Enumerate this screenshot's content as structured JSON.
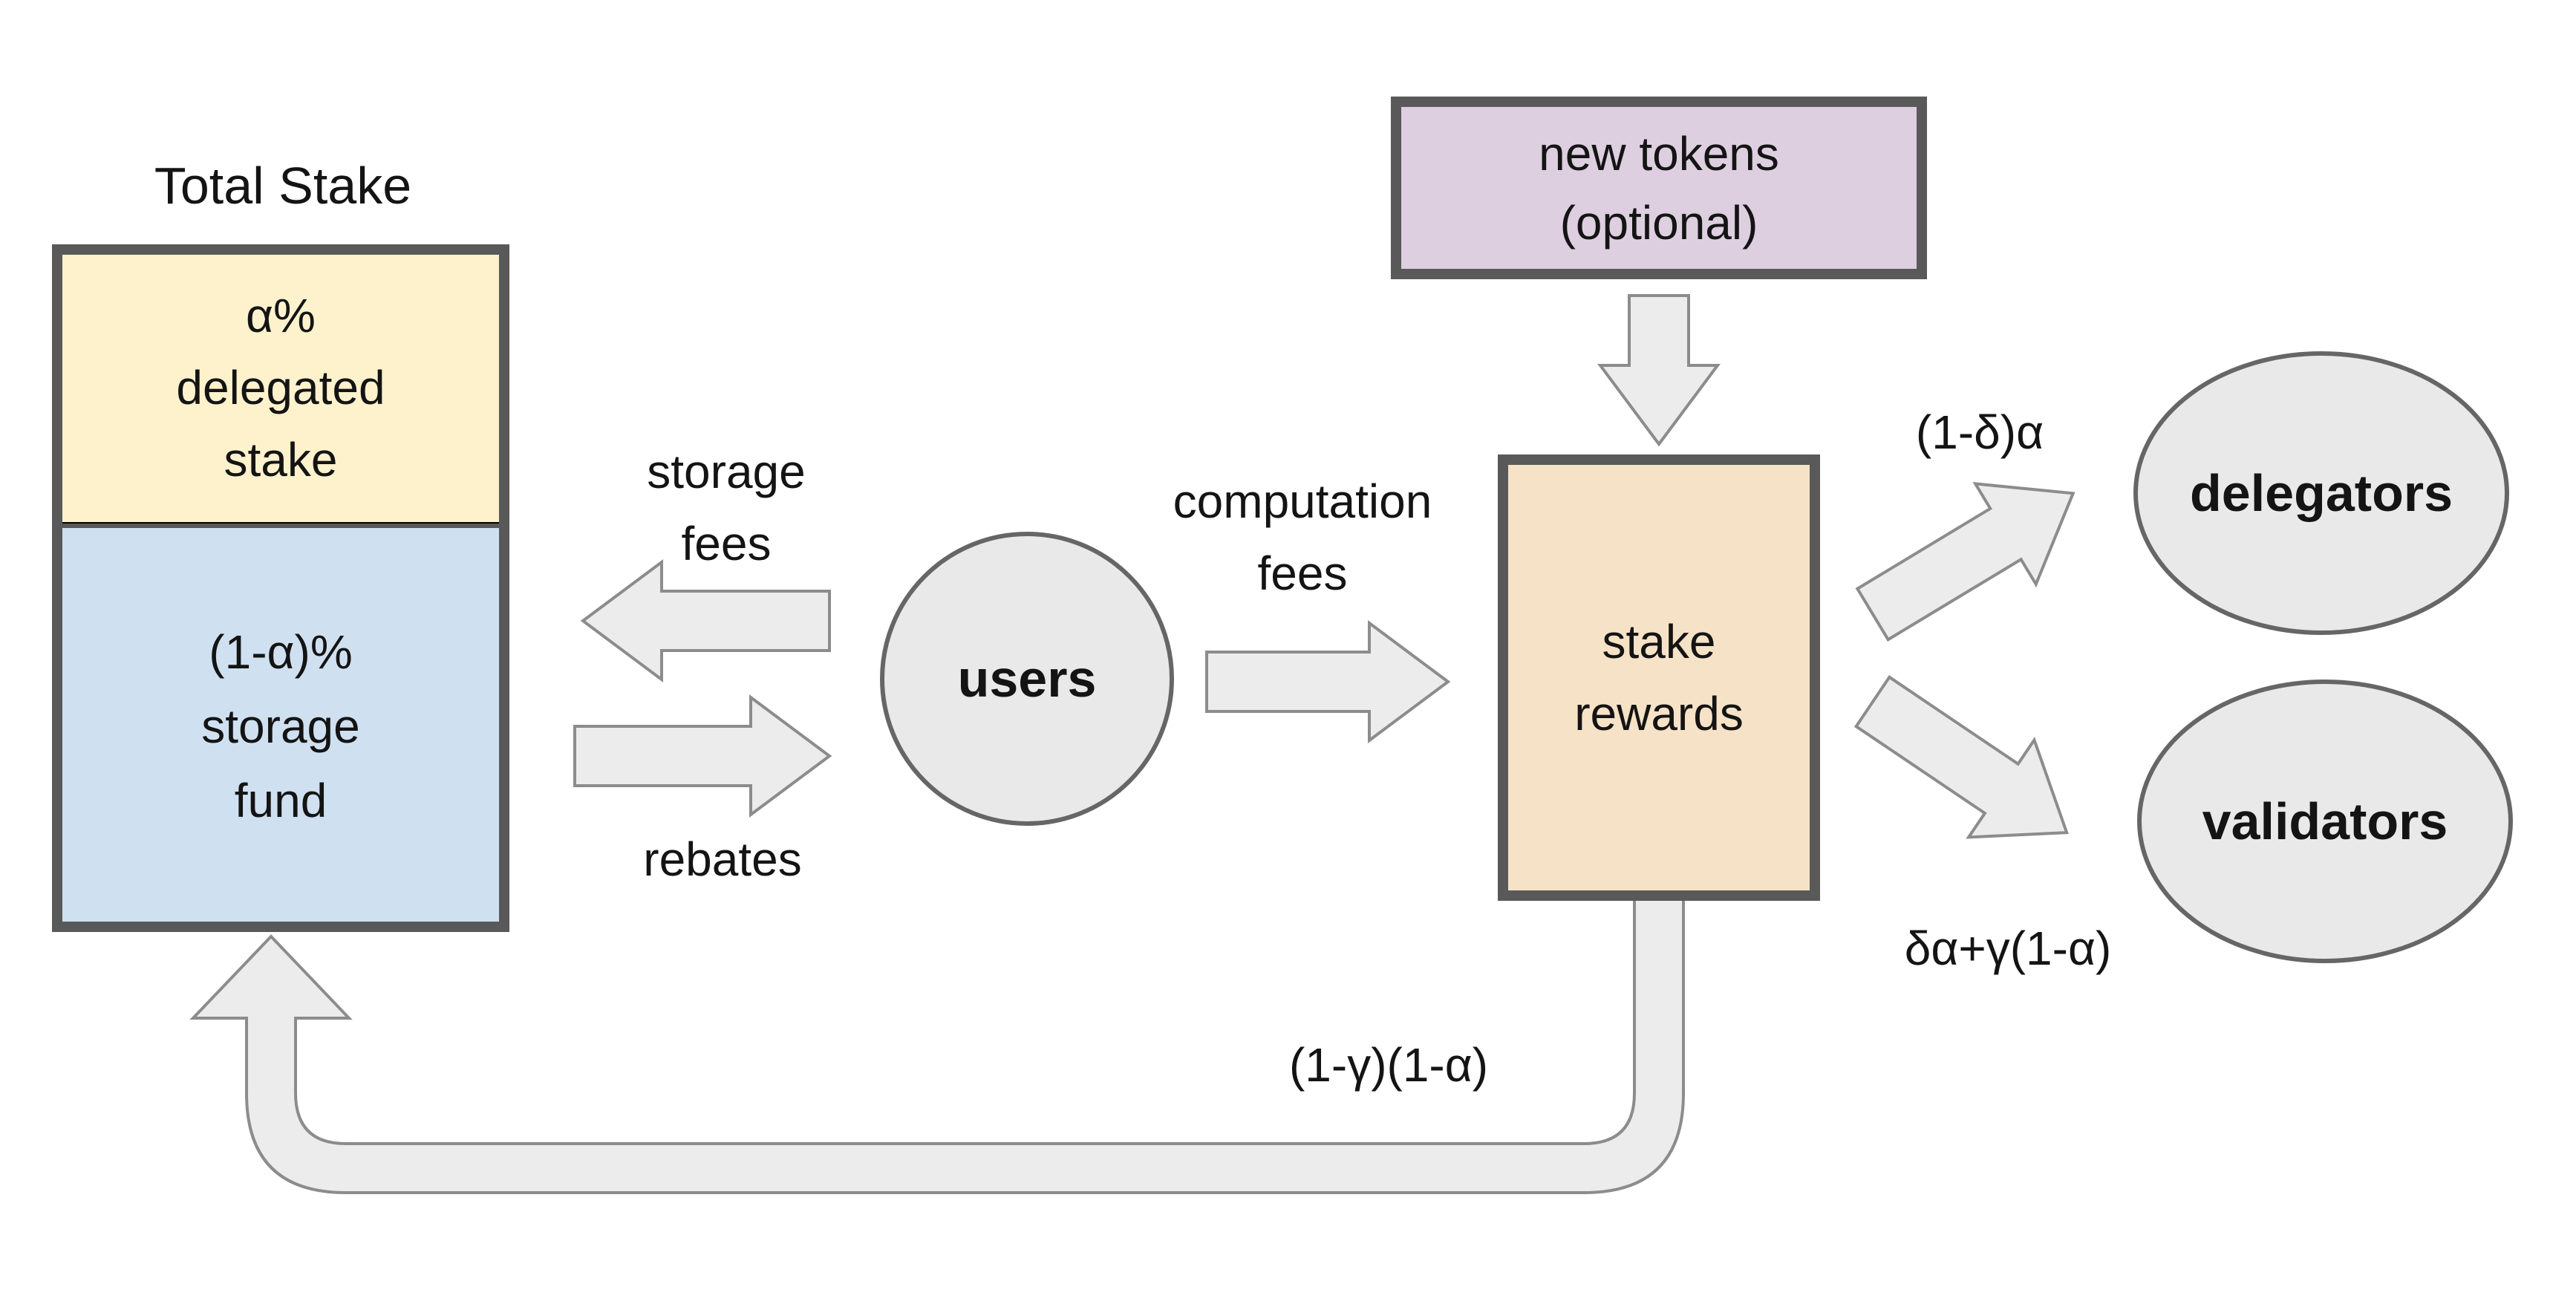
{
  "diagram": {
    "title": "Total Stake",
    "nodes": {
      "total_stake": {
        "delegated_lines": [
          "α%",
          "delegated",
          "stake"
        ],
        "storage_fund_lines": [
          "(1-α)%",
          "storage",
          "fund"
        ]
      },
      "users": {
        "label": "users"
      },
      "stake_rewards": {
        "lines": [
          "stake",
          "rewards"
        ]
      },
      "new_tokens": {
        "lines": [
          "new tokens",
          "(optional)"
        ]
      },
      "delegators": {
        "label": "delegators"
      },
      "validators": {
        "label": "validators"
      }
    },
    "edges": {
      "storage_fees": {
        "lines": [
          "storage",
          "fees"
        ]
      },
      "rebates": {
        "label": "rebates"
      },
      "computation_fees": {
        "lines": [
          "computation",
          "fees"
        ]
      },
      "stake_rewards_to_delegators": {
        "label": "(1-δ)α"
      },
      "stake_rewards_to_validators": {
        "label": "δα+γ(1-α)"
      },
      "stake_rewards_to_storage_fund": {
        "label": "(1-γ)(1-α)"
      }
    },
    "colors": {
      "delegated_fill": "#fdf2cc",
      "storage_fund_fill": "#cfe0f1",
      "stake_rewards_fill": "#f6e2c6",
      "new_tokens_fill": "#ddcfdf",
      "node_fill": "#e9e9e9",
      "arrow_fill": "#ececec",
      "arrow_stroke": "#8c8c8c",
      "box_border": "#595959",
      "node_border": "#666666"
    }
  }
}
